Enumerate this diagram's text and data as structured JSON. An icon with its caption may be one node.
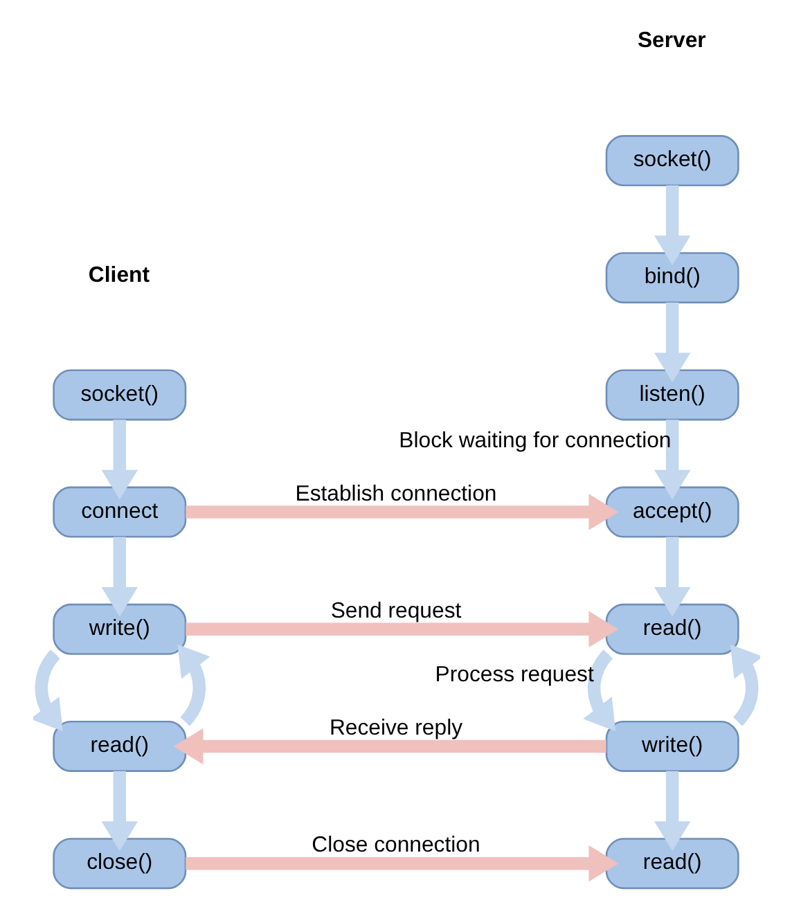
{
  "diagram": {
    "nodes": [
      {
        "text": [
          "socket()"
        ]
      },
      {
        "text": [
          "bind()"
        ]
      },
      {
        "text": [
          "listen()"
        ]
      },
      {
        "text": [
          "accept()"
        ]
      },
      {
        "text": [
          "read()"
        ]
      },
      {
        "text": [
          "write()"
        ]
      },
      {
        "text": [
          "read()"
        ]
      },
      {
        "text": [
          "socket()"
        ]
      },
      {
        "text": [
          "connect"
        ]
      },
      {
        "text": [
          "write()"
        ]
      },
      {
        "text": [
          "read()"
        ]
      },
      {
        "text": [
          "close()"
        ]
      }
    ],
    "edges": [
      {
        "from": 0,
        "to": 1,
        "arrow": "to"
      },
      {
        "from": 1,
        "to": 2,
        "arrow": "to"
      },
      {
        "from": 2,
        "to": 3,
        "arrow": "to",
        "label": "Block waiting for connection"
      },
      {
        "from": 3,
        "to": 4,
        "arrow": "to"
      },
      {
        "from": 4,
        "to": 5,
        "arrow": "to",
        "label": "Process request"
      },
      {
        "from": 5,
        "to": 6,
        "arrow": "to"
      },
      {
        "from": 5,
        "to": 4,
        "arrow": "to"
      },
      {
        "from": 7,
        "to": 8,
        "arrow": "to"
      },
      {
        "from": 8,
        "to": 9,
        "arrow": "to"
      },
      {
        "from": 9,
        "to": 10,
        "arrow": "to"
      },
      {
        "from": 10,
        "to": 9,
        "arrow": "to"
      },
      {
        "from": 10,
        "to": 11,
        "arrow": "to"
      },
      {
        "from": 8,
        "to": 3,
        "arrow": "to",
        "color": "#f0c0bd",
        "label": "Establish connection"
      },
      {
        "from": 9,
        "to": 4,
        "arrow": "to",
        "color": "#f0c0bd",
        "label": "Send request"
      },
      {
        "from": 5,
        "to": 10,
        "arrow": "to",
        "color": "#f0c0bd",
        "label": "Receive reply"
      },
      {
        "from": 11,
        "to": 6,
        "arrow": "to",
        "color": "#f0c0bd",
        "label": "Close connection"
      }
    ],
    "labels": [
      "Server",
      "Client"
    ]
  }
}
